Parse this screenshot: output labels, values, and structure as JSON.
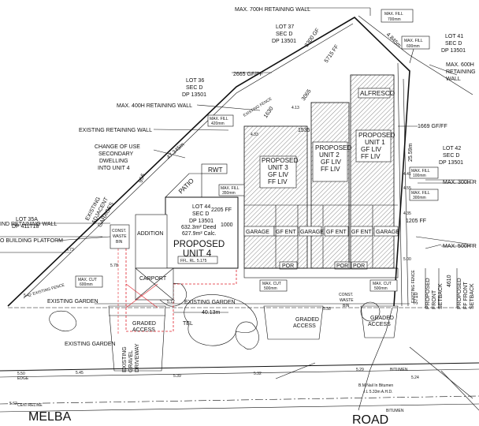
{
  "labels": {
    "max700": "MAX. 700H RETAINING WALL",
    "lot37_a": "LOT 37",
    "lot37_b": "SEC D",
    "lot37_c": "DP 13501",
    "lot41_a": "LOT 41",
    "lot41_b": "SEC D",
    "lot41_c": "DP 13501",
    "max600_a": "MAX. 600H",
    "max600_b": "RETAINING",
    "max600_c": "WALL",
    "lot36_a": "LOT 36",
    "lot36_b": "SEC D",
    "lot36_c": "DP 13501",
    "max400": "MAX. 400H RETAINING WALL",
    "existing_ret": "EXISTING RETAINING WALL",
    "cou_a": "CHANGE OF USE",
    "cou_b": "SECONDARY",
    "cou_c": "DWELLING",
    "cou_d": "INTO UNIT 4",
    "lot42_a": "LOT 42",
    "lot42_b": "SEC D",
    "lot42_c": "DP 13501",
    "max300": "MAX. 300H R",
    "lot35_a": "LOT 35A",
    "lot35_b": "DP 411718",
    "ind_ret": "IND RETAINING WALL",
    "bld_platform": "O BUILDING PLATFORM",
    "max500": "MAX. 500H R",
    "existing_garden_1": "EXISTING GARDEN",
    "existing_garden_2": "EXISTING GARDEN",
    "existing_garden_3": "EXISTING GARDEN",
    "existing_garages_a": "EXISTING",
    "existing_garages_b": "ADJACENT",
    "existing_garages_c": "GARAGES",
    "existing_fence_1": "EXISTING FENCE",
    "existing_fence_2": "EXISTING FENCE",
    "existing_fence_3": "EXISTING FENCE",
    "existing_driveway_a": "EXISTING",
    "existing_driveway_b": "GRAVEL",
    "existing_driveway_c": "DRIVEWAY",
    "graded_access": "GRADED",
    "access": "ACCESS",
    "rwt": "RWT",
    "patio": "PATIO",
    "addition": "ADDITION",
    "carport": "CARPORT",
    "const_bin_a": "CONST.",
    "const_bin_b": "WASTE",
    "const_bin_c": "BIN",
    "lot44_a": "LOT 44",
    "lot44_b": "SEC D",
    "lot44_c": "DP 13501",
    "unit4_a": "PROPOSED",
    "unit4_b": "UNIT 4",
    "deed_a": "632.3m² Deed",
    "deed_b": "627.9m² Calc.",
    "ffl": "FFL. RL. 5.175",
    "unit3_a": "PROPOSED",
    "unit3_b": "UNIT 3",
    "unit3_c": "GF LIV",
    "unit3_d": "FF LIV",
    "unit2_a": "PROPOSED",
    "unit2_b": "UNIT 2",
    "unit2_c": "GF LIV",
    "unit2_d": "FF LIV",
    "unit1_a": "PROPOSED",
    "unit1_b": "UNIT 1",
    "unit1_c": "GF LIV",
    "unit1_d": "FF LIV",
    "alfresco": "ALFRESCO",
    "garage": "GARAGE",
    "gf_ent": "GF ENT",
    "por": "POR",
    "max_fill": "MAX. FILL",
    "max_cut": "MAX. CUT",
    "fill_700": "700mm",
    "fill_600": "600mm",
    "fill_420": "420mm",
    "fill_350": "350mm",
    "fill_100": "100mm",
    "fill_300": "300mm",
    "cut_600": "600mm",
    "cut_500": "500mm",
    "dim_2665": "2665 GF/FF",
    "dim_3300": "3300 GF",
    "dim_5715": "5715 FF",
    "dim_3065": "3065",
    "dim_1630": "1630",
    "dim_1535": "1535",
    "dim_1669": "1669 GF/FF",
    "dim_2595": "25.59m",
    "dim_4845": "4.845m",
    "dim_47345": "47.345m",
    "dim_2205": "2205 FF",
    "dim_1000": "1000",
    "dim_1205": "1205 FF",
    "dim_956": "956",
    "dim_3710": "3710",
    "dim_4610": "4610",
    "dim_4013": "40.13m",
    "prop_front_a": "PROPOSED",
    "prop_front_b": "FRONT",
    "prop_front_c": "SETBACK",
    "prop_ff_a": "PROPOSED",
    "prop_ff_b": "FF FRONT",
    "prop_ff_c": "SETBACK",
    "tel": "TEL",
    "edge": "EDGE",
    "centreline": "CENTRELINE",
    "bitumen_1": "BITUMEN",
    "bitumen_2": "BITUMEN",
    "bm_a": "B.M.Nail In Bitumen",
    "bm_b": "r.L 5.33m A.H.D.",
    "melba": "MELBA",
    "road": "ROAD",
    "rl_512": "5.12",
    "rl_539": "5.39",
    "rl_542": "5.42",
    "rl_545": "5.45",
    "rl_532": "5.32",
    "rl_529": "5.29",
    "rl_524": "5.24",
    "rl_550": "5.50",
    "rl_562": "5.62",
    "rl_578": "5.78",
    "rl_433": "4.33",
    "rl_413": "4.13",
    "rl_473": "4.73",
    "rl_441": "4.41",
    "rl_455": "4.55",
    "rl_435": "4.35",
    "rl_500": "5.00",
    "rl_538": "5.38"
  },
  "colors": {
    "line": "#111111",
    "hatch": "#555555",
    "red": "#e0202a",
    "background": "#ffffff"
  }
}
